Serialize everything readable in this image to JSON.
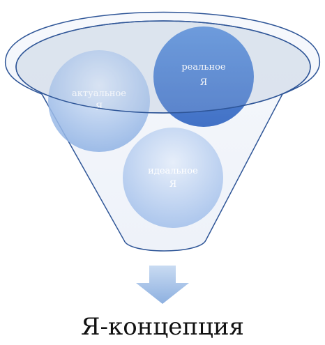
{
  "diagram": {
    "circles": [
      {
        "line1": "актуальное",
        "line2": "Я"
      },
      {
        "line1": "реальное",
        "line2": "Я"
      },
      {
        "line1": "идеальное",
        "line2": "Я"
      }
    ],
    "result_label": "Я-концепция"
  },
  "colors": {
    "funnel_outline": "#2e5597",
    "funnel_rim_fill": "#dfe5ef",
    "circle_light": "#a6c2ea",
    "circle_dark": "#3f78cf",
    "arrow": "#a8c3e6"
  }
}
